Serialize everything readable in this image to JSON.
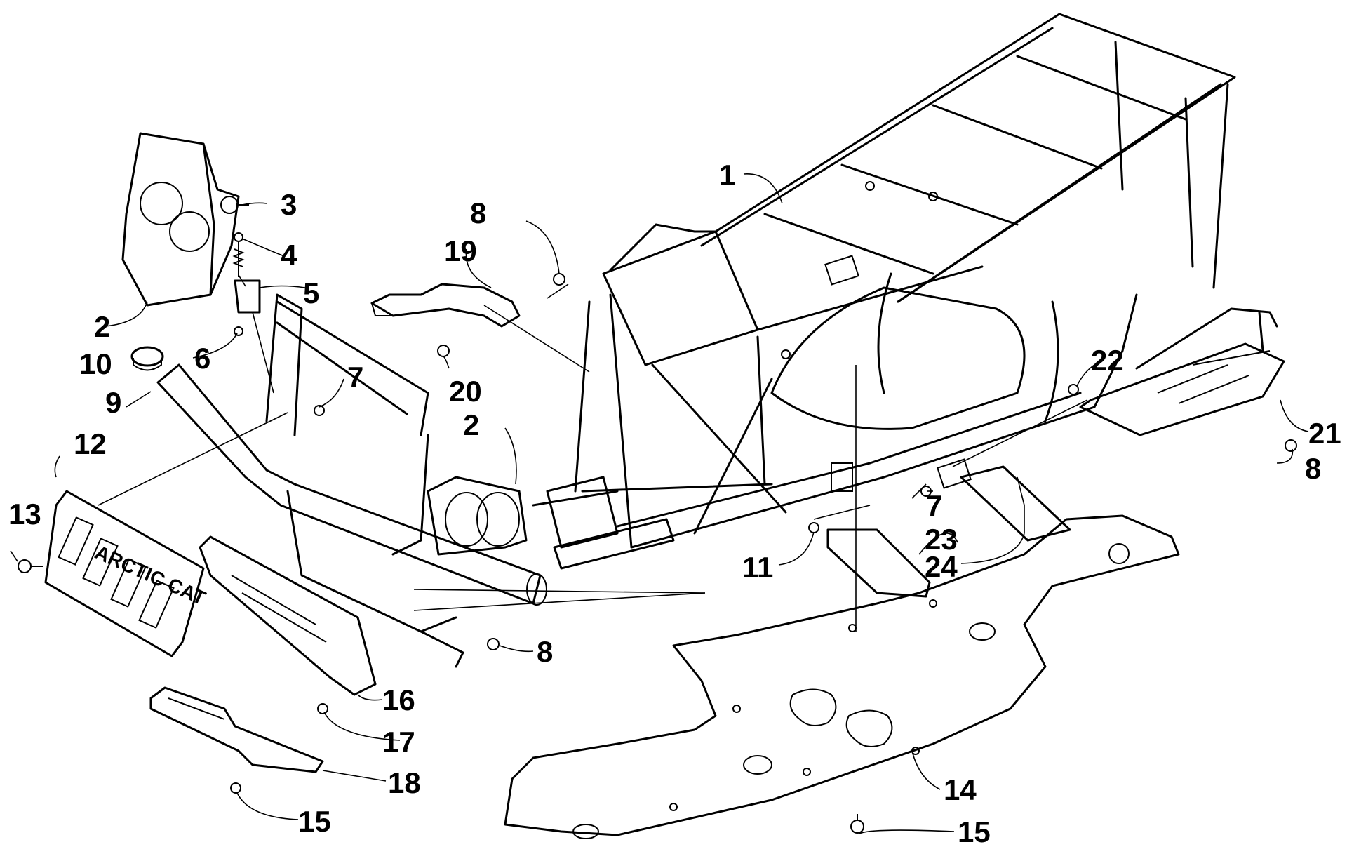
{
  "diagram": {
    "brand_text": "ARCTIC CAT",
    "callouts": [
      {
        "id": "c1",
        "label": "1"
      },
      {
        "id": "c2a",
        "label": "2"
      },
      {
        "id": "c2b",
        "label": "2"
      },
      {
        "id": "c3",
        "label": "3"
      },
      {
        "id": "c4",
        "label": "4"
      },
      {
        "id": "c5",
        "label": "5"
      },
      {
        "id": "c6",
        "label": "6"
      },
      {
        "id": "c7a",
        "label": "7"
      },
      {
        "id": "c7b",
        "label": "7"
      },
      {
        "id": "c8a",
        "label": "8"
      },
      {
        "id": "c8b",
        "label": "8"
      },
      {
        "id": "c8c",
        "label": "8"
      },
      {
        "id": "c9",
        "label": "9"
      },
      {
        "id": "c10",
        "label": "10"
      },
      {
        "id": "c11",
        "label": "11"
      },
      {
        "id": "c12",
        "label": "12"
      },
      {
        "id": "c13",
        "label": "13"
      },
      {
        "id": "c14",
        "label": "14"
      },
      {
        "id": "c15a",
        "label": "15"
      },
      {
        "id": "c15b",
        "label": "15"
      },
      {
        "id": "c16",
        "label": "16"
      },
      {
        "id": "c17",
        "label": "17"
      },
      {
        "id": "c18",
        "label": "18"
      },
      {
        "id": "c19",
        "label": "19"
      },
      {
        "id": "c20",
        "label": "20"
      },
      {
        "id": "c21",
        "label": "21"
      },
      {
        "id": "c22",
        "label": "22"
      },
      {
        "id": "c23",
        "label": "23"
      },
      {
        "id": "c24",
        "label": "24"
      }
    ]
  }
}
